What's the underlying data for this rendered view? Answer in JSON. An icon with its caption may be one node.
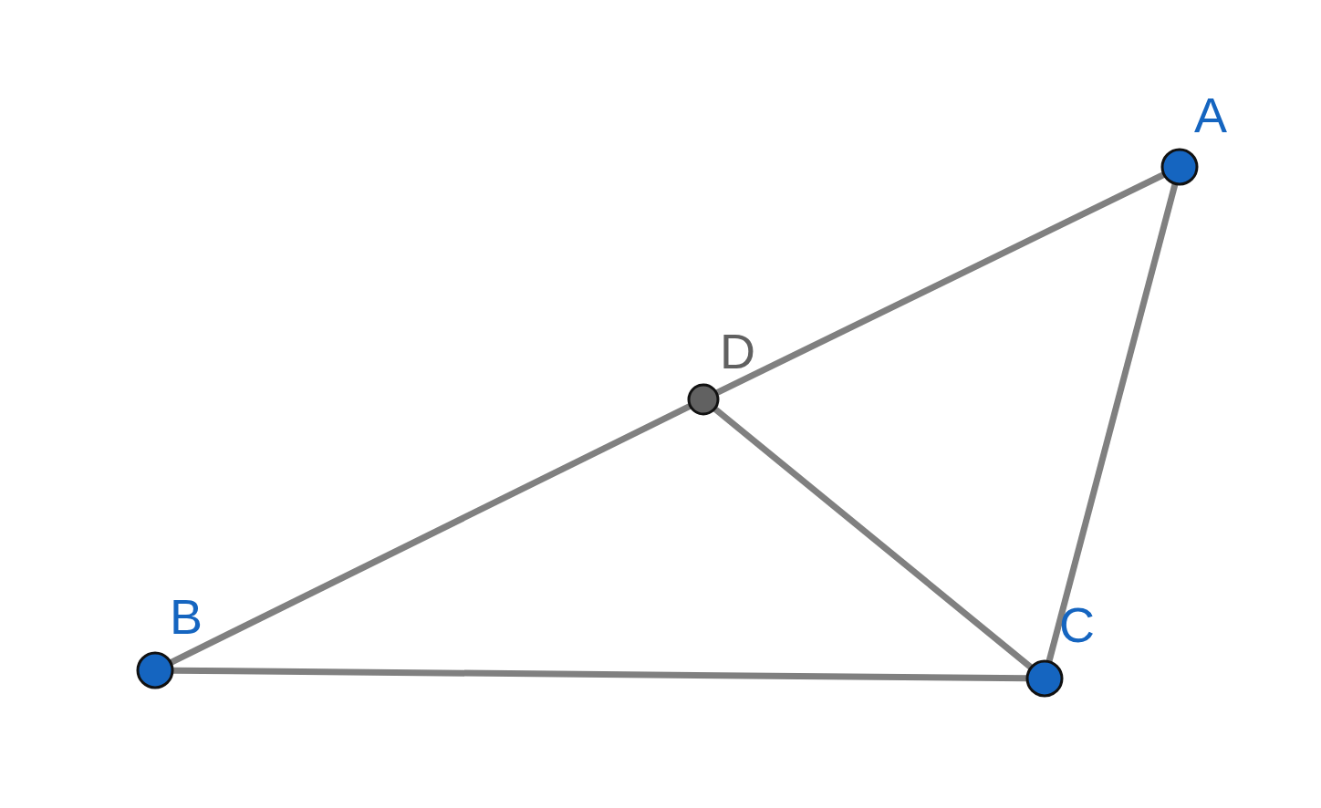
{
  "diagram": {
    "nodes": [
      {
        "text": [
          "A"
        ]
      },
      {
        "text": [
          "D"
        ]
      },
      {
        "text": [
          "B"
        ]
      },
      {
        "text": [
          "C"
        ]
      }
    ],
    "edges": [
      {
        "from": 2,
        "to": 1,
        "arrow": "none"
      },
      {
        "from": 1,
        "to": 0,
        "arrow": "none"
      },
      {
        "from": 1,
        "to": 3,
        "arrow": "none"
      },
      {
        "from": 2,
        "to": 3,
        "arrow": "none"
      },
      {
        "from": 3,
        "to": 0,
        "arrow": "none"
      }
    ]
  }
}
